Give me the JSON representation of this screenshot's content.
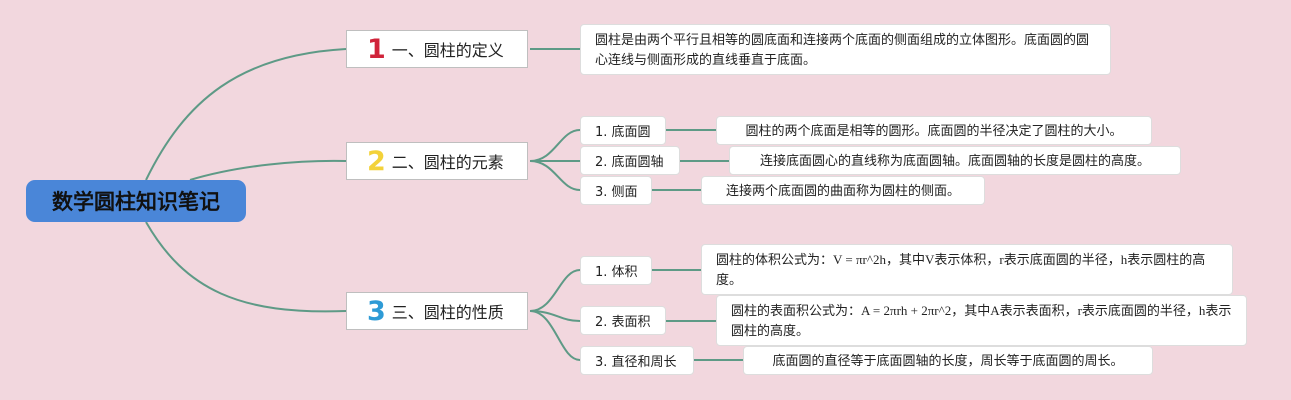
{
  "root": {
    "title": "数学圆柱知识笔记"
  },
  "branches": [
    {
      "num": "1",
      "num_color": "#d0233a",
      "label": "一、圆柱的定义",
      "description": "圆柱是由两个平行且相等的圆底面和连接两个底面的侧面组成的立体图形。底面圆的圆心连线与侧面形成的直线垂直于底面。"
    },
    {
      "num": "2",
      "num_color": "#f3d23a",
      "label": "二、圆柱的元素",
      "children": [
        {
          "label": "1. 底面圆",
          "description": "圆柱的两个底面是相等的圆形。底面圆的半径决定了圆柱的大小。"
        },
        {
          "label": "2. 底面圆轴",
          "description": "连接底面圆心的直线称为底面圆轴。底面圆轴的长度是圆柱的高度。"
        },
        {
          "label": "3. 侧面",
          "description": "连接两个底面圆的曲面称为圆柱的侧面。"
        }
      ]
    },
    {
      "num": "3",
      "num_color": "#2e9bd6",
      "label": "三、圆柱的性质",
      "children": [
        {
          "label": "1. 体积",
          "description": "圆柱的体积公式为：V = πr^2h，其中V表示体积，r表示底面圆的半径，h表示圆柱的高度。"
        },
        {
          "label": "2. 表面积",
          "description": "圆柱的表面积公式为：A = 2πrh + 2πr^2，其中A表示表面积，r表示底面圆的半径，h表示圆柱的高度。"
        },
        {
          "label": "3. 直径和周长",
          "description": "底面圆的直径等于底面圆轴的长度，周长等于底面圆的周长。"
        }
      ]
    }
  ],
  "colors": {
    "background": "#f2d7de",
    "root": "#4a86d8",
    "connector": "#5e9a86"
  }
}
